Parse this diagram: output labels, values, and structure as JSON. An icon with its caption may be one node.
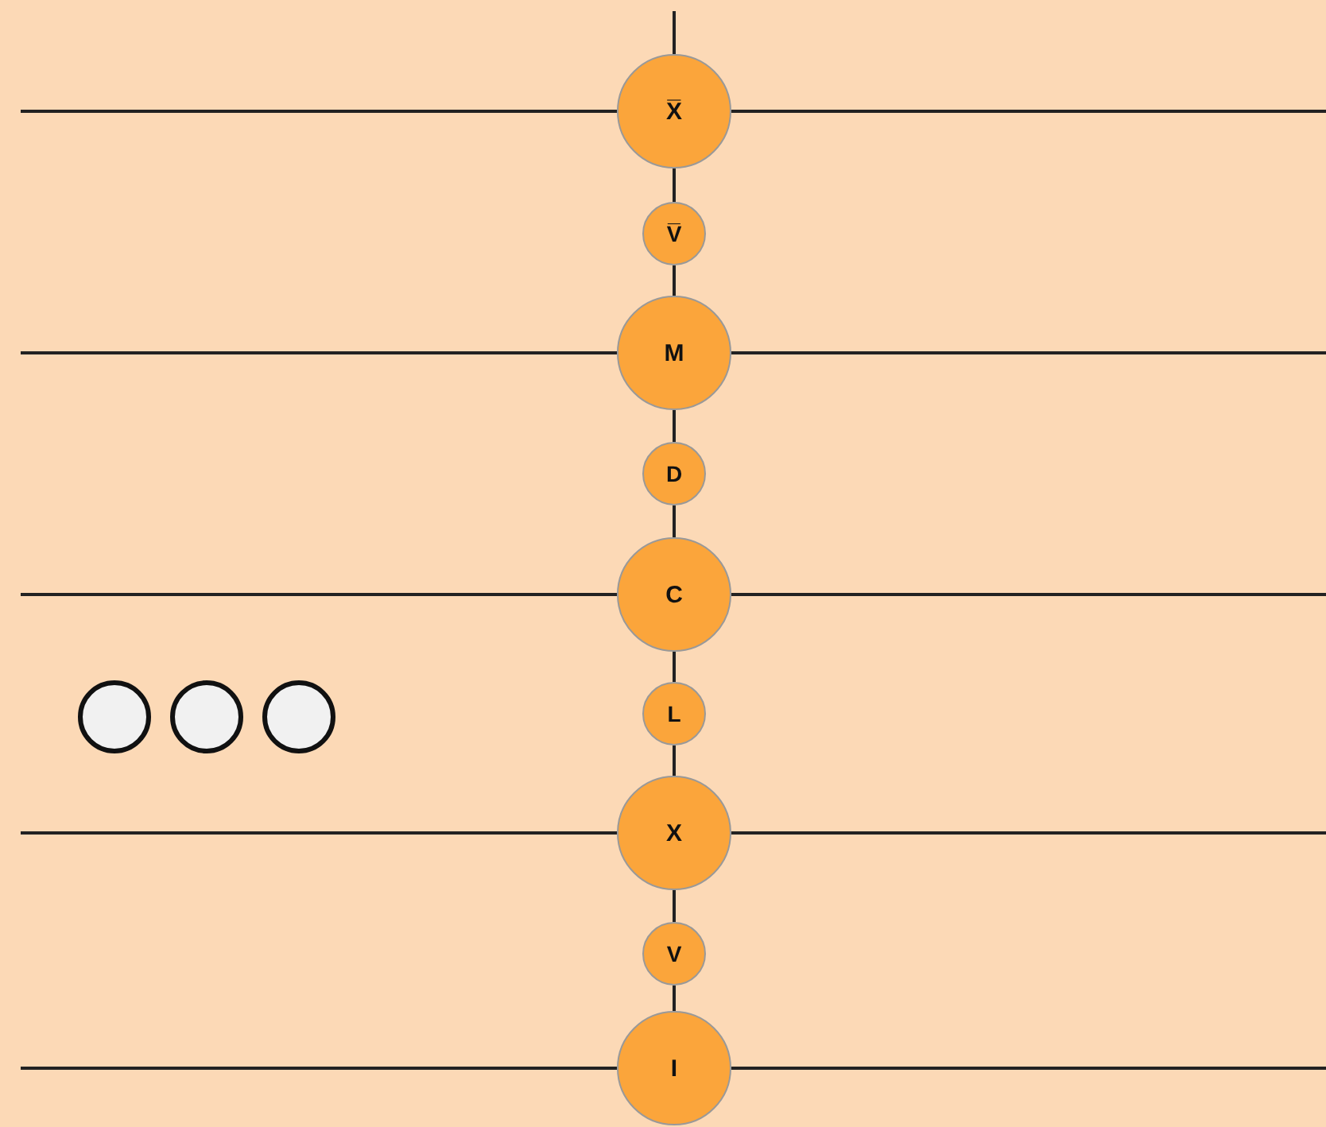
{
  "diagram": {
    "nodes": [
      {
        "text": [
          "X̅"
        ]
      },
      {
        "text": [
          "V̅"
        ]
      },
      {
        "text": [
          "M"
        ]
      },
      {
        "text": [
          "D"
        ]
      },
      {
        "text": [
          "C"
        ]
      },
      {
        "text": [
          "L"
        ]
      },
      {
        "text": [
          "X"
        ]
      },
      {
        "text": [
          "V"
        ]
      },
      {
        "text": [
          "I"
        ]
      },
      {
        "text": [],
        "shape": "circle"
      },
      {
        "text": [],
        "shape": "circle"
      },
      {
        "text": [],
        "shape": "circle"
      }
    ],
    "edges": [
      {
        "from": null,
        "to": 0,
        "arrow": "none"
      },
      {
        "from": 0,
        "to": 1,
        "arrow": "none"
      },
      {
        "from": 1,
        "to": 2,
        "arrow": "none"
      },
      {
        "from": 2,
        "to": 3,
        "arrow": "none"
      },
      {
        "from": 3,
        "to": 4,
        "arrow": "none"
      },
      {
        "from": 4,
        "to": 5,
        "arrow": "none"
      },
      {
        "from": 5,
        "to": 6,
        "arrow": "none"
      },
      {
        "from": 6,
        "to": 7,
        "arrow": "none"
      },
      {
        "from": 7,
        "to": 8,
        "arrow": "none"
      }
    ]
  }
}
